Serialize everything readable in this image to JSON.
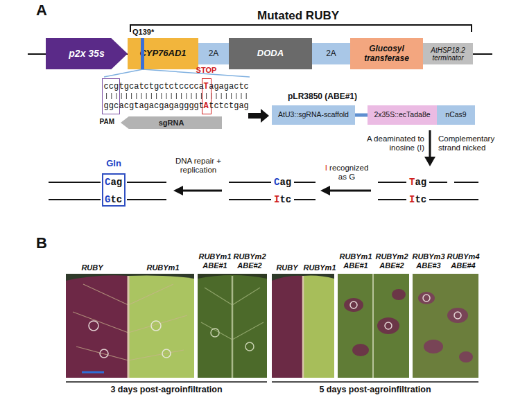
{
  "diagram": {
    "nodes": [
      {
        "text": [
          "p2x 35s"
        ]
      },
      {
        "text": [
          "CYP76AD1"
        ]
      },
      {
        "text": [
          "2A"
        ]
      },
      {
        "text": [
          "DODA"
        ]
      },
      {
        "text": [
          "2A"
        ]
      },
      {
        "text": [
          "Glucosyl transferase"
        ]
      },
      {
        "text": [
          "AtHSP18.2 terminator"
        ]
      },
      {
        "text": [
          "ccg",
          "ggc",
          "PAM"
        ]
      },
      {
        "text": [
          "STOP",
          "T",
          "A"
        ]
      },
      {
        "text": [
          "sgRNA"
        ]
      },
      {
        "text": [
          "AtU3::sgRNA-scaffold"
        ]
      },
      {
        "text": [
          "2x35S::ecTada8e"
        ]
      },
      {
        "text": [
          "nCas9"
        ]
      },
      {
        "text": [
          "Gln",
          "Cag",
          "Gtc"
        ]
      }
    ],
    "labels": [
      "A",
      "Mutated RUBY",
      "Q139*",
      "tgcatctgctctcccca",
      "agagactc",
      "acgtagacgagaggggt",
      "tctctgag",
      "pLR3850 (ABE#1)",
      "A deaminated to inosine (I)",
      "Complementary strand nicked",
      "DNA repair + replication",
      "I recognized as G",
      "Cag",
      "Itc",
      "Tag",
      "Itc",
      "B",
      "RUBY",
      "RUBYm1",
      "RUBYm1 ABE#1",
      "RUBYm2 ABE#2",
      "RUBY",
      "RUBYm1",
      "RUBYm1 ABE#1",
      "RUBYm2 ABE#2",
      "RUBYm3 ABE#3",
      "RUBYm4 ABE#4",
      "3 days post-agroinfiltration",
      "5 days post-agroinfiltration"
    ]
  }
}
